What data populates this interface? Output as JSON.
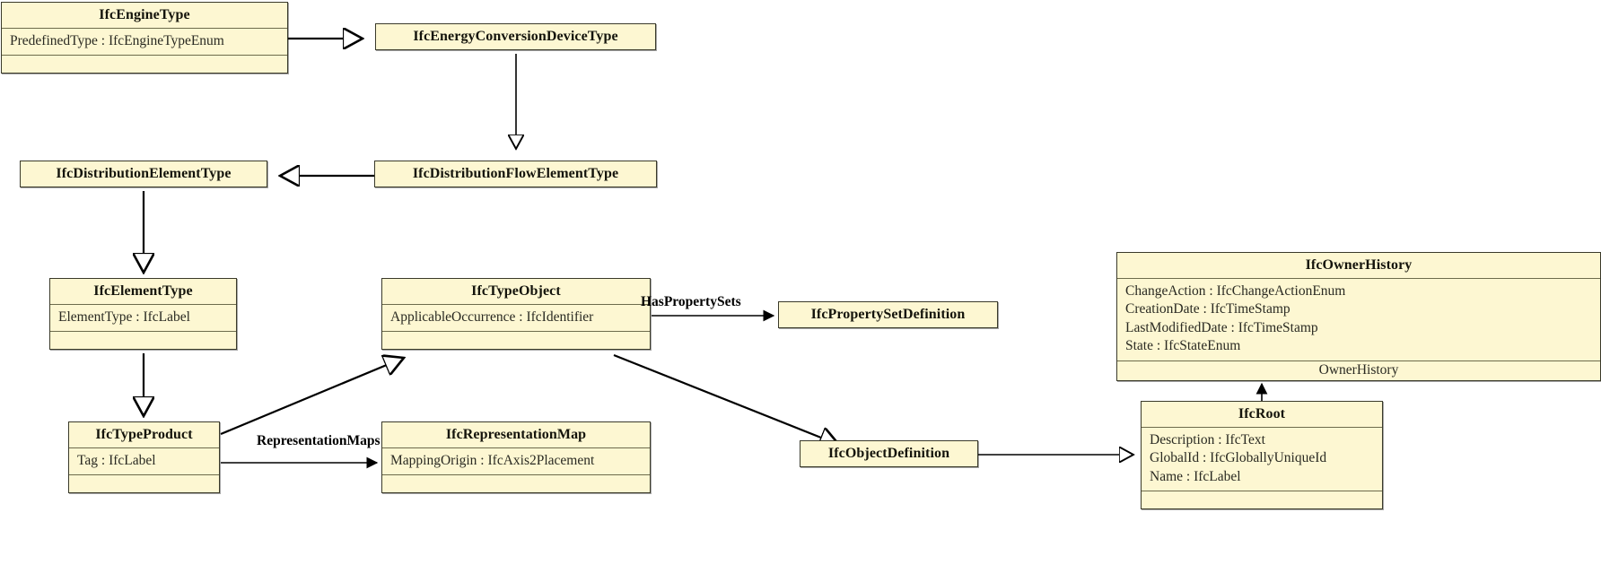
{
  "diagram": {
    "kind": "uml-class-diagram",
    "title_text": "",
    "colors": {
      "box_fill": "#fdf7d2",
      "box_border": "#3a3a2a",
      "divider": "#6d6b4c",
      "edge": "#000000",
      "background": "#ffffff"
    }
  },
  "classes": [
    {
      "id": "ifc-engine-type",
      "name": "IfcEngineType",
      "attributes": [
        "PredefinedType : IfcEngineTypeEnum"
      ],
      "has_empty_compartment": true,
      "footer": ""
    },
    {
      "id": "ifc-energy-conversion-device-type",
      "name": "IfcEnergyConversionDeviceType",
      "attributes": [],
      "has_empty_compartment": false,
      "footer": ""
    },
    {
      "id": "ifc-distribution-element-type",
      "name": "IfcDistributionElementType",
      "attributes": [],
      "has_empty_compartment": false,
      "footer": ""
    },
    {
      "id": "ifc-distribution-flow-element-type",
      "name": "IfcDistributionFlowElementType",
      "attributes": [],
      "has_empty_compartment": false,
      "footer": ""
    },
    {
      "id": "ifc-element-type",
      "name": "IfcElementType",
      "attributes": [
        "ElementType : IfcLabel"
      ],
      "has_empty_compartment": true,
      "footer": ""
    },
    {
      "id": "ifc-type-object",
      "name": "IfcTypeObject",
      "attributes": [
        "ApplicableOccurrence : IfcIdentifier"
      ],
      "has_empty_compartment": true,
      "footer": ""
    },
    {
      "id": "ifc-property-set-definition",
      "name": "IfcPropertySetDefinition",
      "attributes": [],
      "has_empty_compartment": false,
      "footer": ""
    },
    {
      "id": "ifc-owner-history",
      "name": "IfcOwnerHistory",
      "attributes": [
        "ChangeAction : IfcChangeActionEnum",
        "CreationDate : IfcTimeStamp",
        "LastModifiedDate : IfcTimeStamp",
        "State : IfcStateEnum"
      ],
      "has_empty_compartment": false,
      "footer": "OwnerHistory"
    },
    {
      "id": "ifc-type-product",
      "name": "IfcTypeProduct",
      "attributes": [
        "Tag : IfcLabel"
      ],
      "has_empty_compartment": true,
      "footer": ""
    },
    {
      "id": "ifc-representation-map",
      "name": "IfcRepresentationMap",
      "attributes": [
        "MappingOrigin : IfcAxis2Placement"
      ],
      "has_empty_compartment": true,
      "footer": ""
    },
    {
      "id": "ifc-object-definition",
      "name": "IfcObjectDefinition",
      "attributes": [],
      "has_empty_compartment": false,
      "footer": ""
    },
    {
      "id": "ifc-root",
      "name": "IfcRoot",
      "attributes": [
        "Description : IfcText",
        "GlobalId : IfcGloballyUniqueId",
        "Name : IfcLabel"
      ],
      "has_empty_compartment": true,
      "footer": ""
    }
  ],
  "edge_labels": [
    {
      "id": "has-property-sets",
      "text": "HasPropertySets"
    },
    {
      "id": "representation-maps",
      "text": "RepresentationMaps"
    }
  ],
  "relationships": [
    {
      "from": "ifc-engine-type",
      "to": "ifc-energy-conversion-device-type",
      "type": "generalization",
      "label": ""
    },
    {
      "from": "ifc-energy-conversion-device-type",
      "to": "ifc-distribution-flow-element-type",
      "type": "generalization",
      "label": ""
    },
    {
      "from": "ifc-distribution-flow-element-type",
      "to": "ifc-distribution-element-type",
      "type": "generalization",
      "label": ""
    },
    {
      "from": "ifc-distribution-element-type",
      "to": "ifc-element-type",
      "type": "generalization",
      "label": ""
    },
    {
      "from": "ifc-element-type",
      "to": "ifc-type-product",
      "type": "generalization",
      "label": ""
    },
    {
      "from": "ifc-type-product",
      "to": "ifc-type-object",
      "type": "generalization",
      "label": ""
    },
    {
      "from": "ifc-type-object",
      "to": "ifc-object-definition",
      "type": "generalization",
      "label": ""
    },
    {
      "from": "ifc-object-definition",
      "to": "ifc-root",
      "type": "generalization",
      "label": ""
    },
    {
      "from": "ifc-type-object",
      "to": "ifc-property-set-definition",
      "type": "association",
      "label": "HasPropertySets"
    },
    {
      "from": "ifc-type-product",
      "to": "ifc-representation-map",
      "type": "association",
      "label": "RepresentationMaps"
    },
    {
      "from": "ifc-root",
      "to": "ifc-owner-history",
      "type": "association",
      "label": "OwnerHistory"
    }
  ]
}
